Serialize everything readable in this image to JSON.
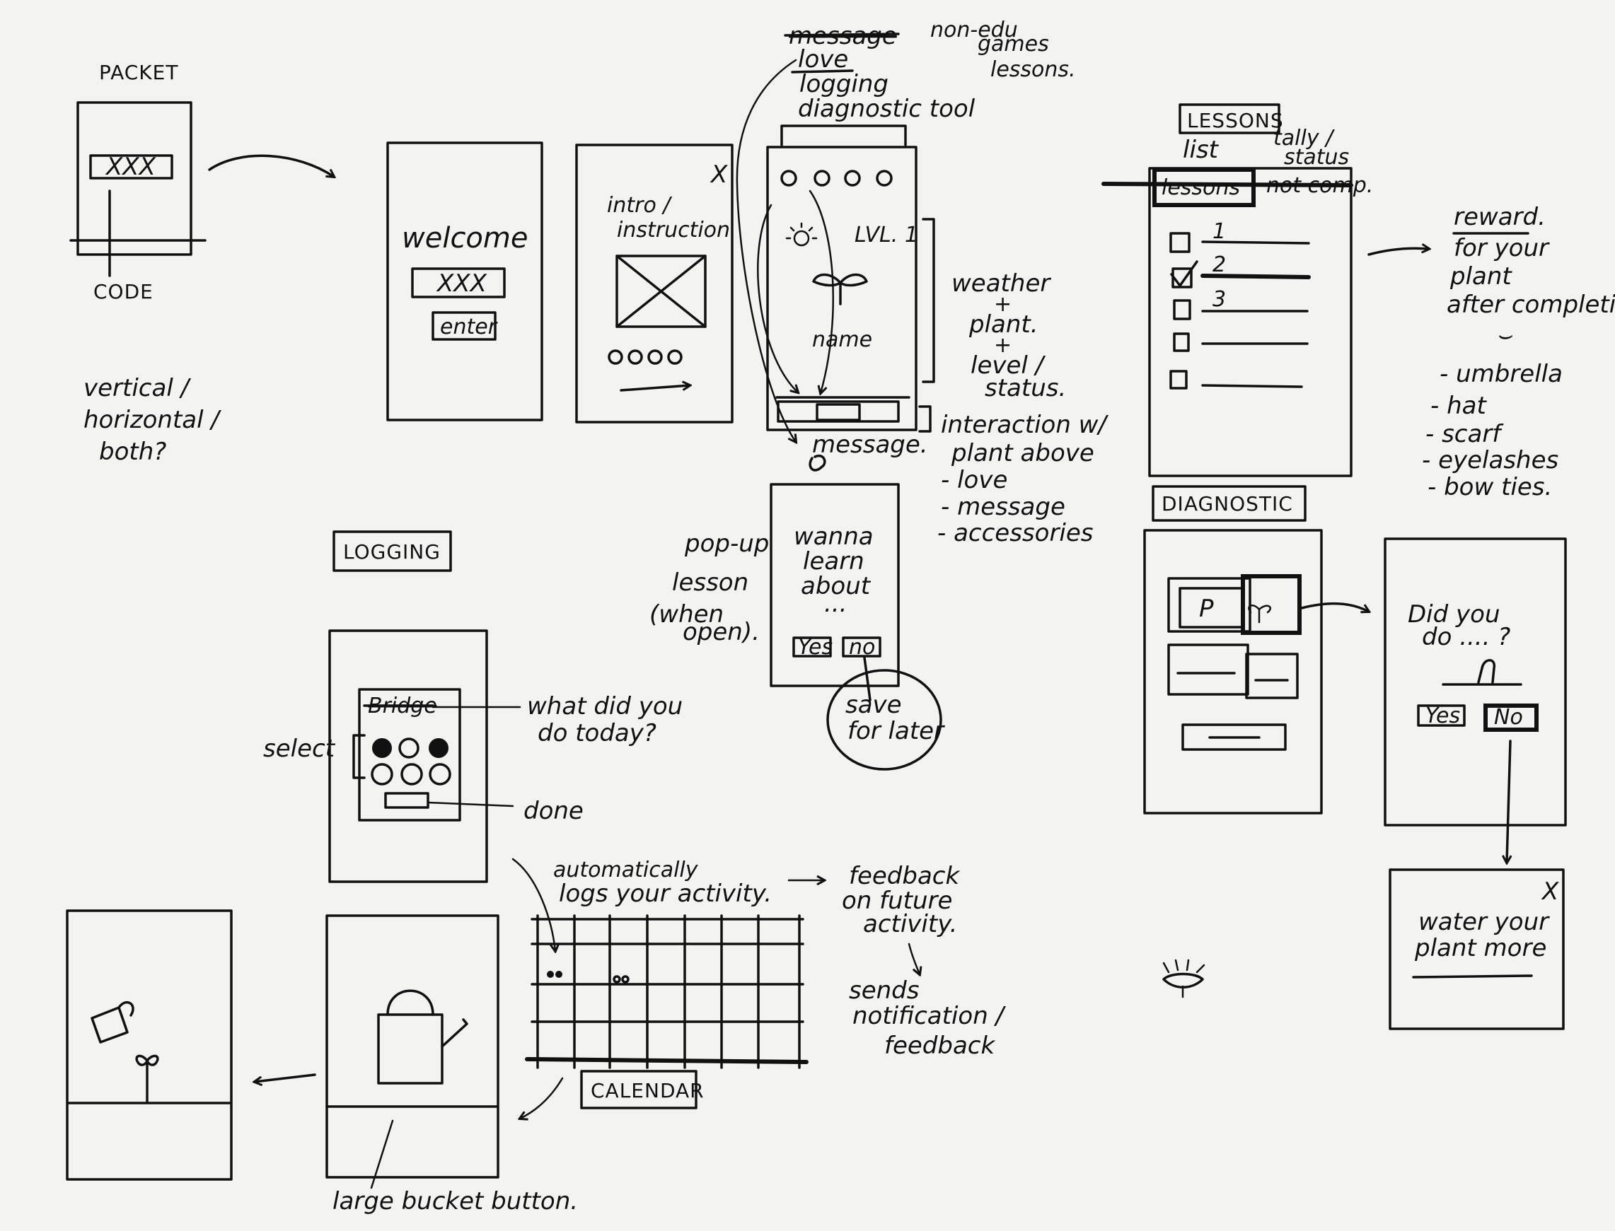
{
  "packet": {
    "title": "PACKET",
    "code_text": "XXX",
    "code_label": "CODE",
    "orientation_question": [
      "vertical /",
      "horizontal /",
      "both?"
    ]
  },
  "welcome_screen": {
    "title": "welcome",
    "code_field": "XXX",
    "enter_button": "enter"
  },
  "intro_screen": {
    "title": [
      "intro /",
      "instruction"
    ],
    "close_mark": "X"
  },
  "home_screen": {
    "top_notes": [
      "message",
      "love",
      "logging",
      "diagnostic tool"
    ],
    "side_notes": [
      "non-edu",
      "games",
      "lessons."
    ],
    "level_label": "LVL. 1",
    "plant_name": "name",
    "weather_note": [
      "weather",
      "+",
      "plant.",
      "+",
      "level /",
      "status."
    ],
    "interaction_note": [
      "interaction w/",
      "plant above",
      "- love",
      "- message",
      "- accessories"
    ],
    "message_label": "message."
  },
  "popup_lesson": {
    "side_note": [
      "pop-up",
      "lesson",
      "(when",
      "open)."
    ],
    "prompt": [
      "wanna",
      "learn",
      "about",
      "..."
    ],
    "yes_button": "Yes",
    "no_button": "no",
    "save_note": [
      "save",
      "for later"
    ]
  },
  "lessons": {
    "title": "LESSONS",
    "subtitle": "list",
    "tally_note": [
      "tally /",
      "status"
    ],
    "tab_left": "lessons",
    "tab_right": "not comp.",
    "items": [
      "1",
      "2",
      "3"
    ],
    "reward_title": "reward.",
    "reward_text": [
      "for your",
      "plant",
      "after completing",
      "⌣"
    ],
    "accessories": [
      "- umbrella",
      "- hat",
      "- scarf",
      "- eyelashes",
      "- bow ties."
    ]
  },
  "diagnostic": {
    "title": "DIAGNOSTIC",
    "tile_glyph": "P",
    "question": [
      "Did you",
      "do .... ?"
    ],
    "yes_button": "Yes",
    "no_button": "No",
    "close_mark": "X",
    "feedback": [
      "water your",
      "plant more"
    ]
  },
  "logging": {
    "title": "LOGGING",
    "struck_label": "Bridge",
    "question": [
      "what did you",
      "do today?"
    ],
    "select_label": "select",
    "done_label": "done"
  },
  "calendar": {
    "title": "CALENDAR",
    "auto_note": [
      "automatically",
      "logs your activity."
    ],
    "feedback_note": [
      "feedback",
      "on future",
      "activity."
    ],
    "sends_note": [
      "sends",
      "notification /",
      "feedback"
    ],
    "bucket_note": "large bucket button."
  }
}
